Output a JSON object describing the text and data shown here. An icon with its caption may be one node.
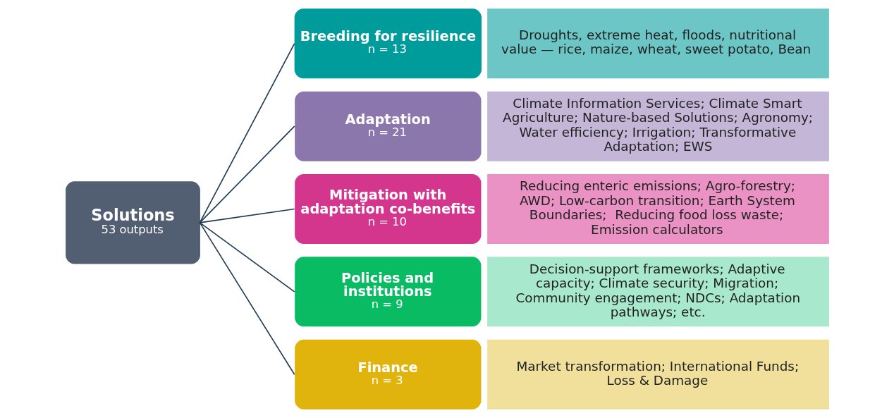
{
  "diagram": {
    "nodes": [
      {
        "text": [
          "Solutions",
          "53 outputs"
        ]
      },
      {
        "text": [
          "Breeding for resilience",
          "n = 13"
        ]
      },
      {
        "text": [
          "Droughts, extreme heat, floods, nutritional value — rice, maize, wheat, sweet potato, Bean"
        ]
      },
      {
        "text": [
          "Adaptation",
          "n = 21"
        ]
      },
      {
        "text": [
          "Climate Information Services; Climate Smart Agriculture; Nature-based Solutions; Agronomy; Water efficiency; Irrigation; Transformative Adaptation; EWS"
        ]
      },
      {
        "text": [
          "Mitigation with adaptation co-benefits",
          "n = 10"
        ]
      },
      {
        "text": [
          "Reducing enteric emissions; Agro-forestry; AWD; Low-carbon transition; Earth System Boundaries;  Reducing food loss waste; Emission calculators"
        ]
      },
      {
        "text": [
          "Policies and institutions",
          "n = 9"
        ]
      },
      {
        "text": [
          "Decision-support frameworks; Adaptive capacity; Climate security; Migration; Community engagement; NDCs; Adaptation pathways; etc."
        ]
      },
      {
        "text": [
          "Finance",
          "n = 3"
        ]
      },
      {
        "text": [
          "Market transformation; International Funds; Loss & Damage"
        ]
      }
    ],
    "edges": [
      {
        "from": 0,
        "to": 1,
        "arrow": "none"
      },
      {
        "from": 0,
        "to": 3,
        "arrow": "none"
      },
      {
        "from": 0,
        "to": 5,
        "arrow": "none"
      },
      {
        "from": 0,
        "to": 7,
        "arrow": "none"
      },
      {
        "from": 0,
        "to": 9,
        "arrow": "none"
      }
    ]
  }
}
